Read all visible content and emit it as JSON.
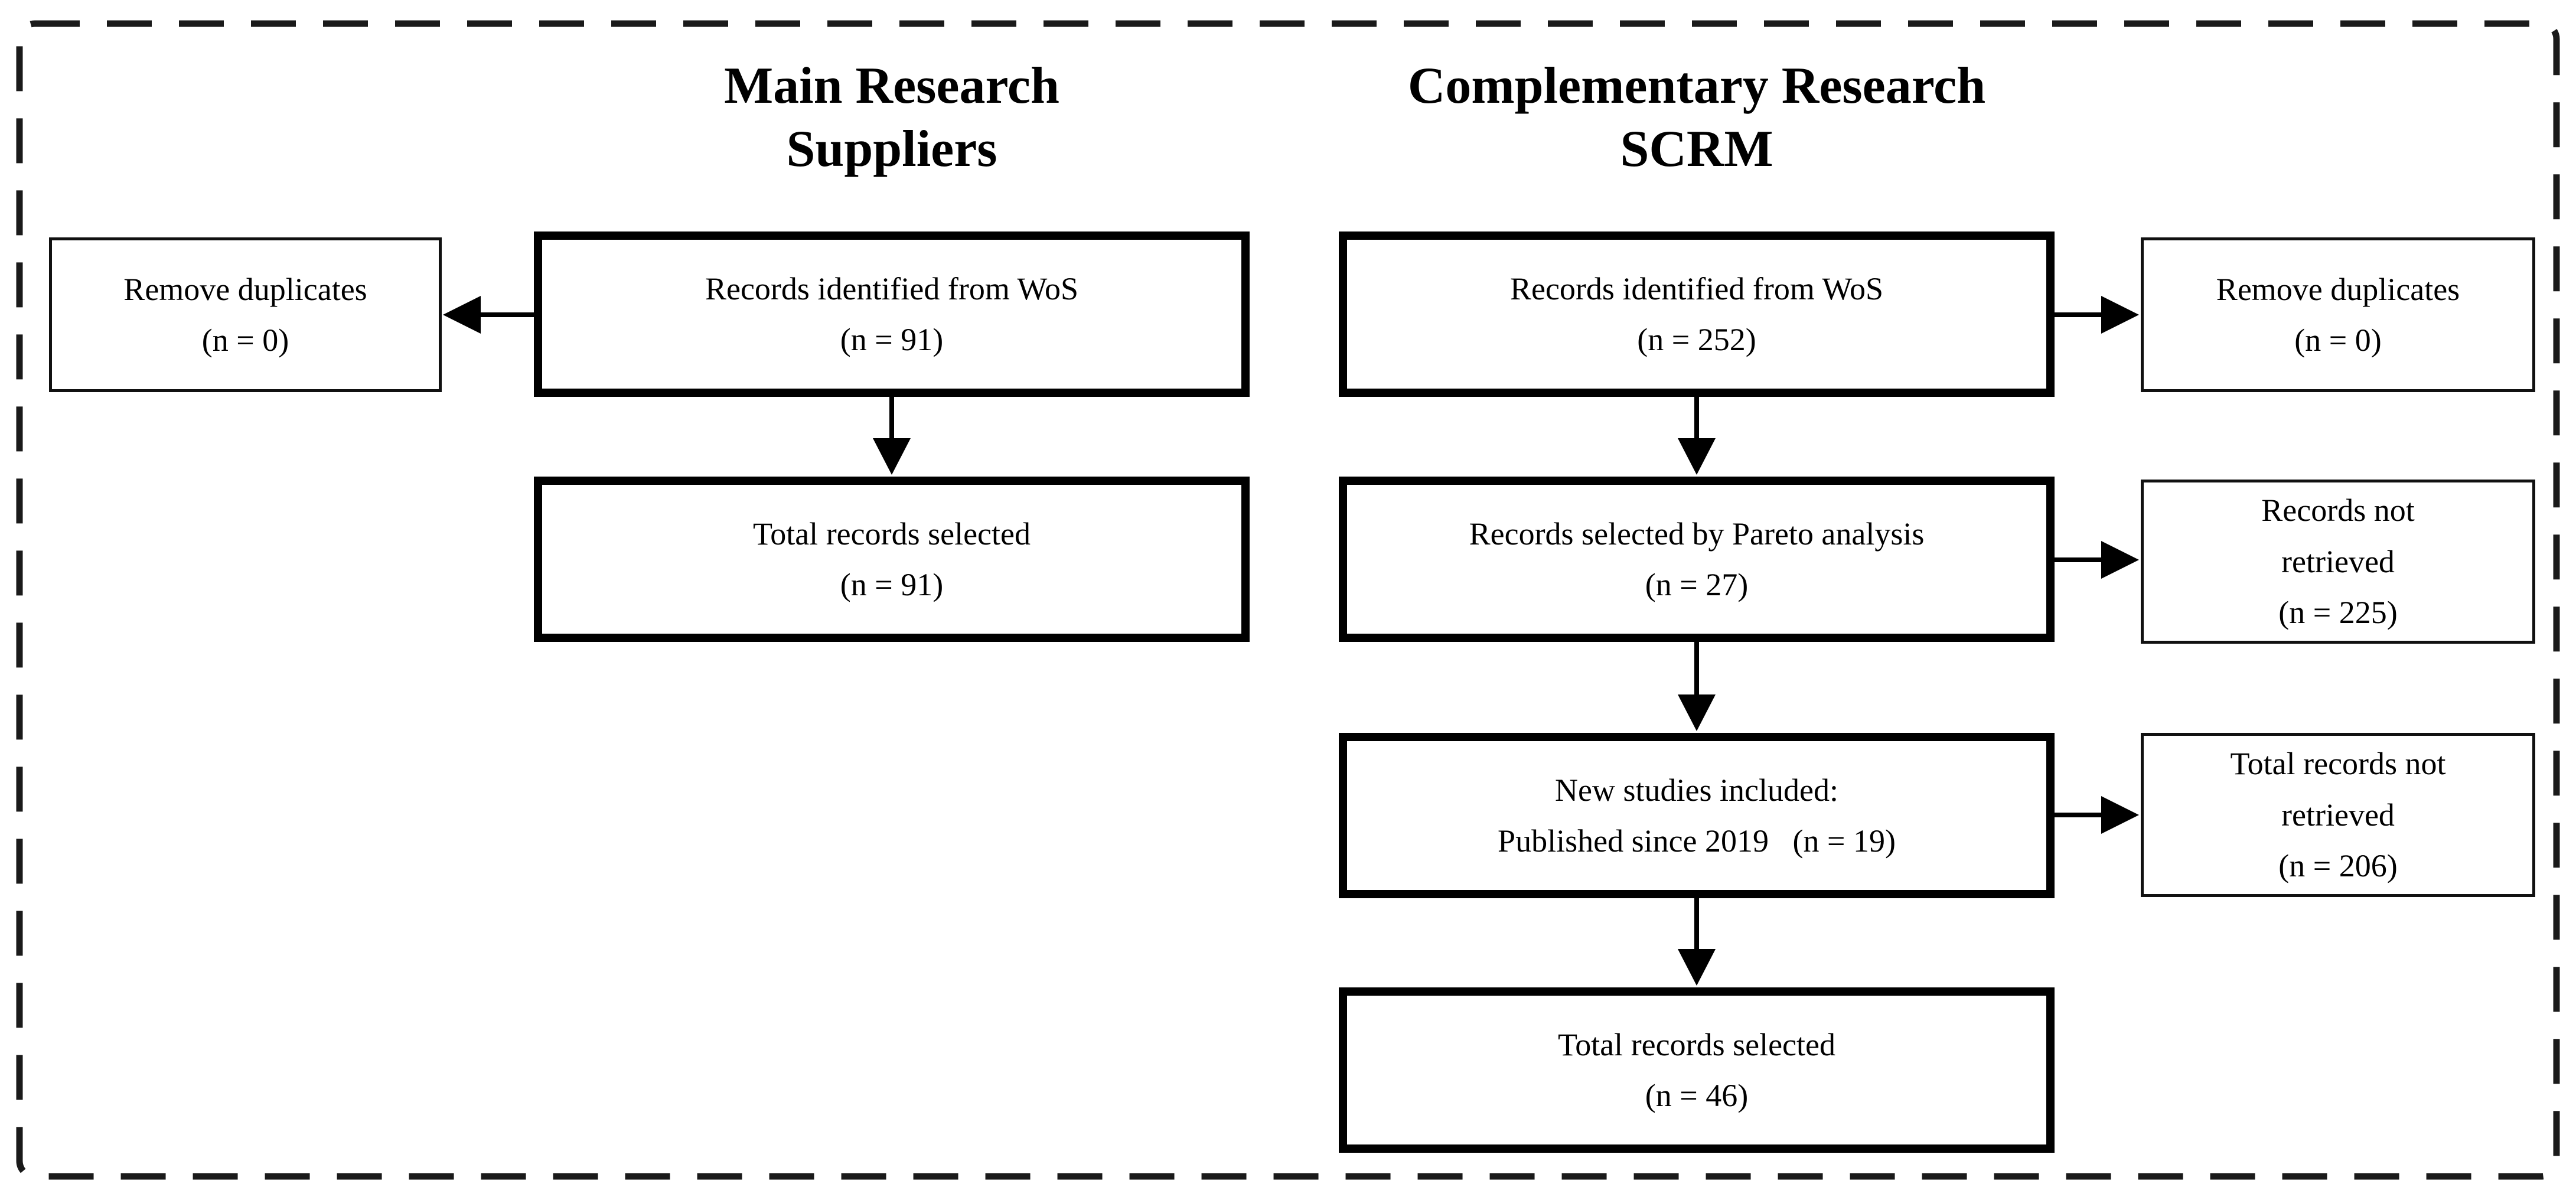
{
  "diagram": {
    "main_column": {
      "title": "Main Research\nSuppliers",
      "records_identified": "Records identified from WoS\n(n = 91)",
      "remove_duplicates": "Remove duplicates\n(n = 0)",
      "total_selected": "Total records selected\n(n = 91)"
    },
    "scrm_column": {
      "title": "Complementary Research\nSCRM",
      "records_identified": "Records identified from WoS\n(n = 252)",
      "remove_duplicates": "Remove duplicates\n(n = 0)",
      "pareto_selected": "Records selected by Pareto analysis\n(n = 27)",
      "records_not_retrieved": "Records not\nretrieved\n(n = 225)",
      "new_studies_included": "New studies included:\nPublished since 2019   (n = 19)",
      "total_not_retrieved": "Total records not\nretrieved\n(n = 206)",
      "total_selected": "Total records selected\n(n = 46)"
    },
    "colors": {
      "line": "#000000",
      "background": "#ffffff"
    }
  }
}
